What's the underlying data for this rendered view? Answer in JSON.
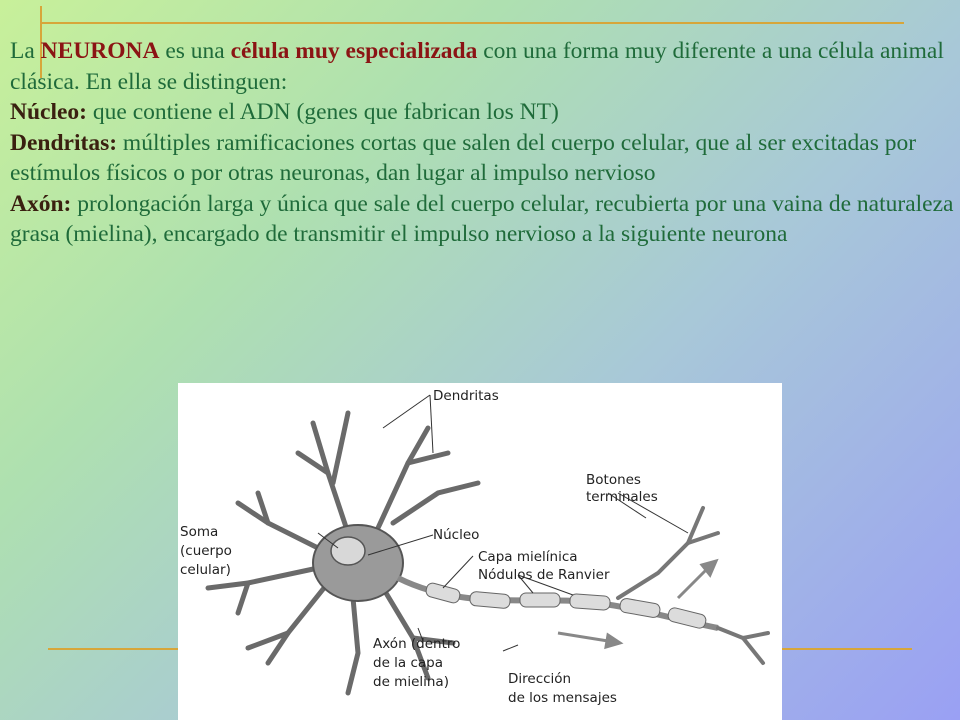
{
  "paragraphs": {
    "intro": {
      "t1": "La ",
      "k1": "NEURONA",
      "t2": " es una ",
      "k2": "célula muy especializada",
      "t3": " con una forma muy diferente a una célula animal clásica.  En ella se distinguen:"
    },
    "nucleo": {
      "term": "Núcleo:",
      "desc": " que contiene el ADN (genes que fabrican los NT)"
    },
    "dendritas": {
      "term": "Dendritas:",
      "desc": " múltiples ramificaciones cortas que salen del cuerpo celular, que al ser excitadas por estímulos físicos o por otras neuronas, dan lugar al impulso nervioso"
    },
    "axon": {
      "term": "Axón:",
      "desc": " prolongación larga y única que sale del cuerpo celular, recubierta por una vaina de naturaleza grasa (mielina), encargado de transmitir el impulso nervioso a la siguiente neurona"
    }
  },
  "figure": {
    "labels": {
      "dendritas": "Dendritas",
      "botones_1": "Botones",
      "botones_2": "terminales",
      "soma_1": "Soma",
      "soma_2": "(cuerpo",
      "soma_3": "celular)",
      "nucleo": "Núcleo",
      "capa": "Capa mielínica",
      "nodulos": "Nódulos de Ranvier",
      "axon_1": "Axón (dentro",
      "axon_2": "de la capa",
      "axon_3": "de mielina)",
      "dir_1": "Dirección",
      "dir_2": "de los mensajes"
    }
  },
  "colors": {
    "body_text": "#1f6b3a",
    "keyword_red": "#8b1414",
    "keyword_dark": "#3a2010",
    "rule": "#d7a63a"
  }
}
